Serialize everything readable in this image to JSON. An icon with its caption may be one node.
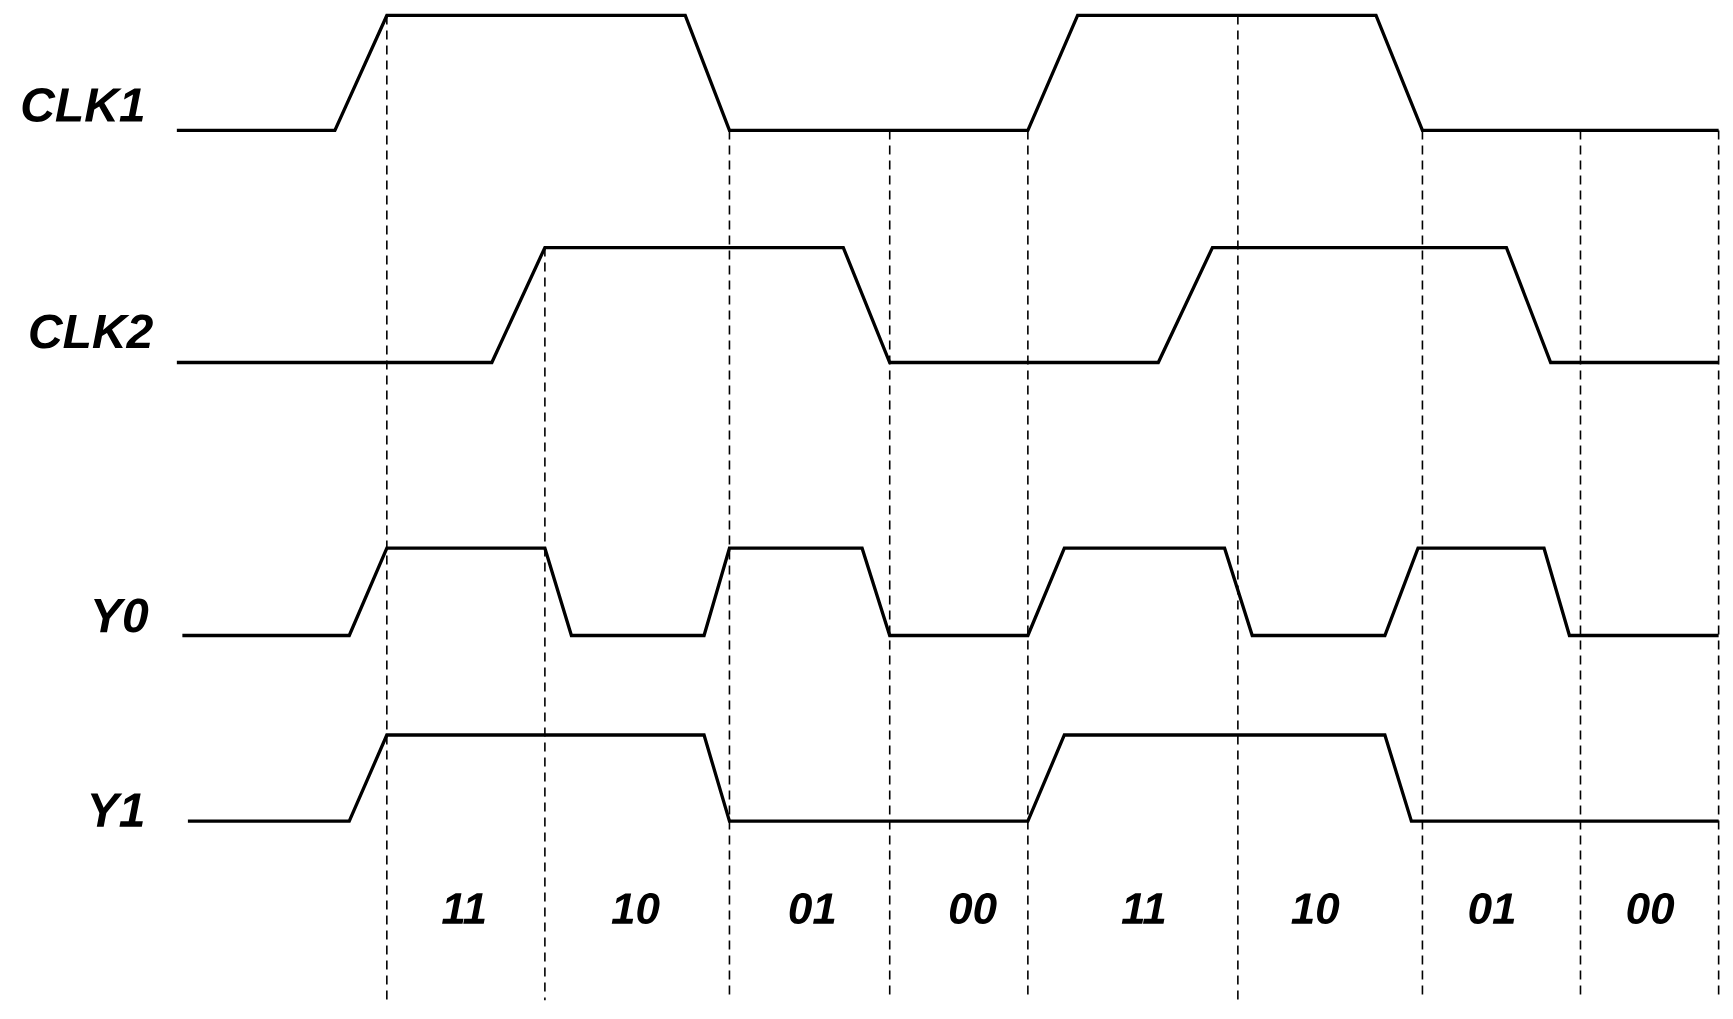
{
  "diagram": {
    "labels": [
      "CLK1",
      "CLK2",
      "Y0",
      "Y1",
      "11",
      "10",
      "01",
      "00",
      "11",
      "10",
      "01",
      "00"
    ]
  }
}
